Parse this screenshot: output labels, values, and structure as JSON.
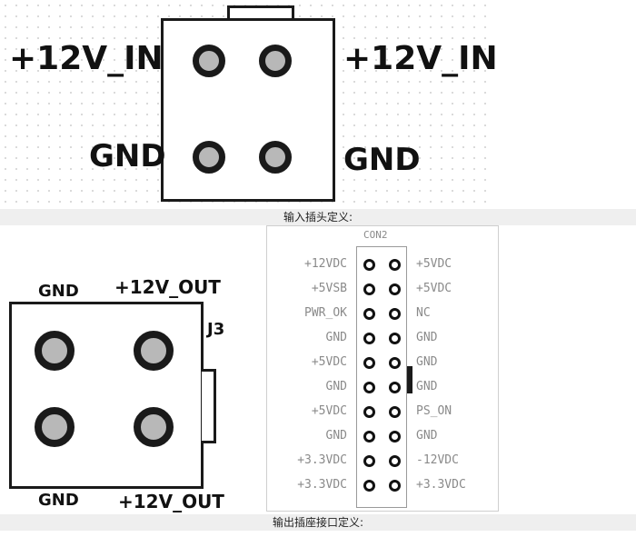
{
  "top_connector": {
    "pins": {
      "left_top": "+12V_IN",
      "right_top": "+12V_IN",
      "left_bottom": "GND",
      "right_bottom": "GND"
    },
    "caption": "输入插头定义:"
  },
  "output_connector": {
    "designator": "J3",
    "pins": {
      "top_left": "GND",
      "top_right": "+12V_OUT",
      "bottom_left": "GND",
      "bottom_right": "+12V_OUT"
    }
  },
  "con2": {
    "title": "CON2",
    "left_pins": [
      "+12VDC",
      "+5VSB",
      "PWR_OK",
      "GND",
      "+5VDC",
      "GND",
      "+5VDC",
      "GND",
      "+3.3VDC",
      "+3.3VDC"
    ],
    "right_pins": [
      "+5VDC",
      "+5VDC",
      "NC",
      "GND",
      "GND",
      "GND",
      "PS_ON",
      "GND",
      "-12VDC",
      "+3.3VDC"
    ]
  },
  "bottom_caption": "输出插座接口定义:",
  "colors": {
    "outline": "#1a1a1a",
    "pin_fill": "#b8b8b8",
    "label_gray": "#8a8a8a",
    "caption_bg": "#efefef"
  }
}
